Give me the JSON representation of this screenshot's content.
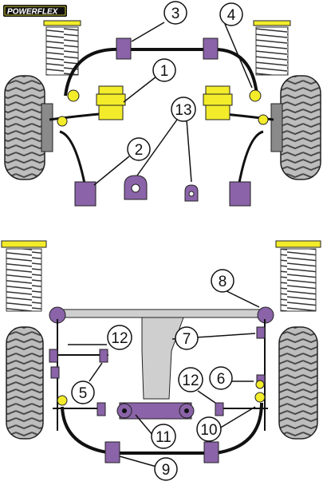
{
  "brand": {
    "logo_text": "POWERFLEX"
  },
  "colors": {
    "purple_bush": "#8a63a8",
    "yellow_bush": "#f3ec2b",
    "tyre": "#b9b9b9",
    "tyre_dark": "#3a3a3a",
    "spring": "#e8e8e8",
    "frame": "#cfcfcf",
    "line": "#111111"
  },
  "callouts": [
    {
      "id": "c3",
      "label": "3"
    },
    {
      "id": "c4",
      "label": "4"
    },
    {
      "id": "c1",
      "label": "1"
    },
    {
      "id": "c13",
      "label": "13"
    },
    {
      "id": "c2",
      "label": "2"
    },
    {
      "id": "c8",
      "label": "8"
    },
    {
      "id": "c12a",
      "label": "12"
    },
    {
      "id": "c7",
      "label": "7"
    },
    {
      "id": "c5",
      "label": "5"
    },
    {
      "id": "c12b",
      "label": "12"
    },
    {
      "id": "c6",
      "label": "6"
    },
    {
      "id": "c11",
      "label": "11"
    },
    {
      "id": "c10",
      "label": "10"
    },
    {
      "id": "c9",
      "label": "9"
    }
  ]
}
